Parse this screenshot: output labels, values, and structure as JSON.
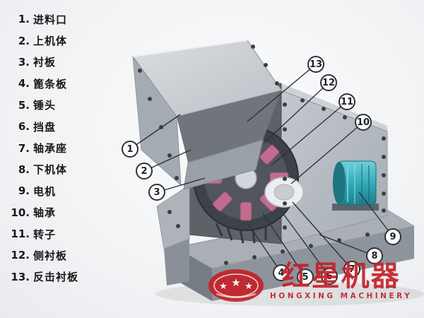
{
  "parts": [
    {
      "no": "1.",
      "label": "进料口"
    },
    {
      "no": "2.",
      "label": "上机体"
    },
    {
      "no": "3.",
      "label": "衬板"
    },
    {
      "no": "4.",
      "label": "篦条板"
    },
    {
      "no": "5.",
      "label": "锤头"
    },
    {
      "no": "6.",
      "label": "挡盘"
    },
    {
      "no": "7.",
      "label": "轴承座"
    },
    {
      "no": "8.",
      "label": "下机体"
    },
    {
      "no": "9.",
      "label": "电机"
    },
    {
      "no": "10.",
      "label": "轴承"
    },
    {
      "no": "11.",
      "label": "转子"
    },
    {
      "no": "12.",
      "label": "侧衬板"
    },
    {
      "no": "13.",
      "label": "反击衬板"
    }
  ],
  "callouts": [
    {
      "n": "1"
    },
    {
      "n": "2"
    },
    {
      "n": "3"
    },
    {
      "n": "4"
    },
    {
      "n": "5"
    },
    {
      "n": "6"
    },
    {
      "n": "7"
    },
    {
      "n": "8"
    },
    {
      "n": "9"
    },
    {
      "n": "10"
    },
    {
      "n": "11"
    },
    {
      "n": "12"
    },
    {
      "n": "13"
    }
  ],
  "watermark": {
    "brand": "红星机器",
    "subtitle": "HONGXING MACHINERY"
  },
  "colors": {
    "accent_red": "#c4232a",
    "motor_teal": "#2fa7b5",
    "machine_gray": "#c4c9cf"
  }
}
